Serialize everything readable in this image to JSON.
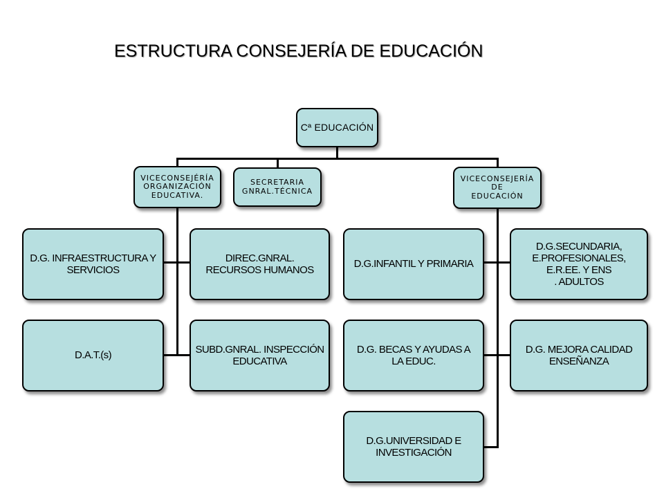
{
  "title": "ESTRUCTURA CONSEJERÍA DE EDUCACIÓN",
  "colors": {
    "box_fill": "#b7dfe0",
    "box_border": "#000000",
    "connector": "#000000"
  },
  "nodes": {
    "consejeria": [
      "Cª EDUCACIÓN"
    ],
    "vice_organizacion": [
      "VICECONSEJÉRÍA",
      "ORGANIZACIÓN",
      "EDUCATIVA."
    ],
    "secretaria": [
      "SECRETARIA",
      "GNRAL.TÉCNICA"
    ],
    "vice_educacion": [
      "VICECONSEJERÍA",
      "DE",
      "EDUCACIÓN"
    ],
    "dg_infraestructura": [
      "D.G. INFRAESTRUCTURA Y",
      "SERVICIOS"
    ],
    "dir_rrhh": [
      "DIREC.GNRAL.",
      "RECURSOS HUMANOS"
    ],
    "dat": [
      "D.A.T.(s)"
    ],
    "subd_inspeccion": [
      "SUBD.GNRAL. INSPECCIÓN",
      "EDUCATIVA"
    ],
    "dg_infantil": [
      "D.G.INFANTIL Y PRIMARIA"
    ],
    "dg_secundaria": [
      "D.G.SECUNDARIA,",
      "E.PROFESIONALES,",
      "E.R.EE. Y ENS",
      ". ADULTOS"
    ],
    "dg_becas": [
      "D.G. BECAS Y AYUDAS A",
      "LA EDUC."
    ],
    "dg_calidad": [
      "D.G. MEJORA CALIDAD",
      "ENSEÑANZA"
    ],
    "dg_universidad": [
      "D.G.UNIVERSIDAD E",
      "INVESTIGACIÓN"
    ]
  }
}
